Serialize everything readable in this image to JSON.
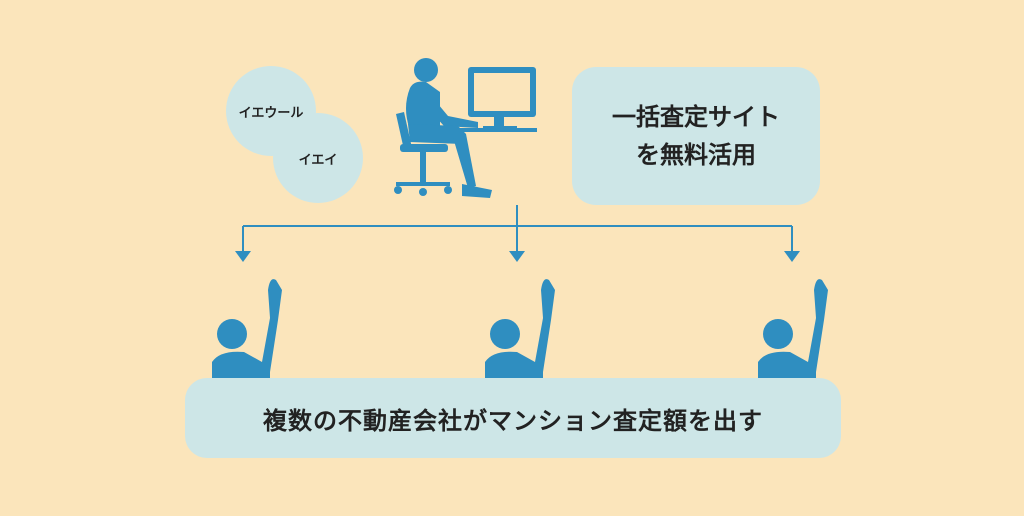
{
  "circles": {
    "site_a": "イエウール",
    "site_b": "イエイ"
  },
  "top_box": {
    "line1": "一括査定サイト",
    "line2": "を無料活用"
  },
  "bottom_box": {
    "text": "複数の不動産会社がマンション査定額を出す"
  },
  "icons": [
    "person-at-computer-icon",
    "raised-hand-person-icon"
  ],
  "colors": {
    "background": "#fbe5bb",
    "box": "#cde6e7",
    "figure": "#2f8ec0"
  }
}
